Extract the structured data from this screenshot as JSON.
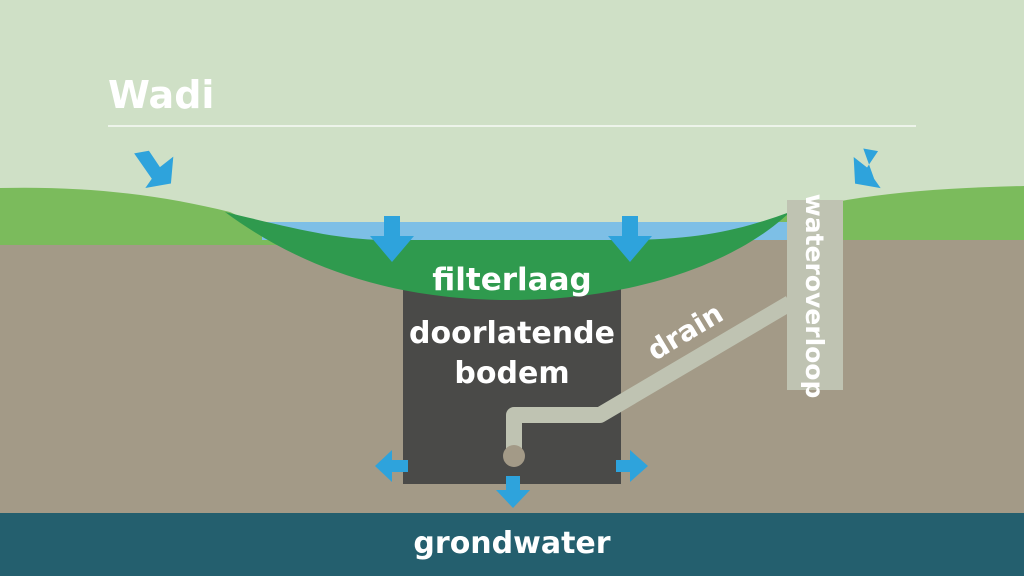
{
  "title": "Wadi",
  "labels": {
    "filter_layer": "filterlaag",
    "permeable_soil_line1": "doorlatende",
    "permeable_soil_line2": "bodem",
    "drain": "drain",
    "overflow": "wateroverloop",
    "groundwater": "grondwater"
  },
  "colors": {
    "sky": "#cfe0c6",
    "grass": "#7bbb5c",
    "filter": "#2f9a4e",
    "water": "#7dbfe6",
    "soil": "#a39a87",
    "permeable": "#4a4a48",
    "pipe": "#bfc3b2",
    "groundwater": "#245f6e",
    "arrow": "#2ea3dc"
  }
}
